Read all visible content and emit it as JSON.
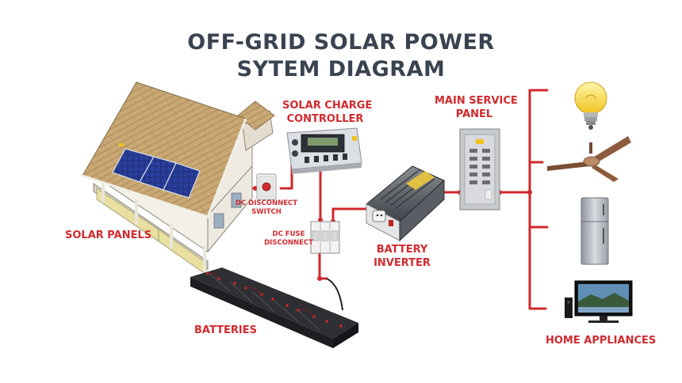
{
  "title": {
    "line1": "OFF-GRID SOLAR POWER",
    "line2": "SYTEM DIAGRAM"
  },
  "labels": {
    "solar_panels": "SOLAR PANELS",
    "charge_controller_1": "SOLAR CHARGE",
    "charge_controller_2": "CONTROLLER",
    "dc_disconnect_1": "DC DISCONNECT",
    "dc_disconnect_2": "SWITCH",
    "dc_fuse_1": "DC FUSE",
    "dc_fuse_2": "DISCONNECT",
    "batteries": "BATTERIES",
    "inverter_1": "BATTERY",
    "inverter_2": "INVERTER",
    "service_panel_1": "MAIN SERVICE",
    "service_panel_2": "PANEL",
    "home_appliances": "HOME APPLIANCES"
  },
  "colors": {
    "wire": "#d0282c",
    "label": "#d12a2f",
    "title": "#3a4350"
  }
}
